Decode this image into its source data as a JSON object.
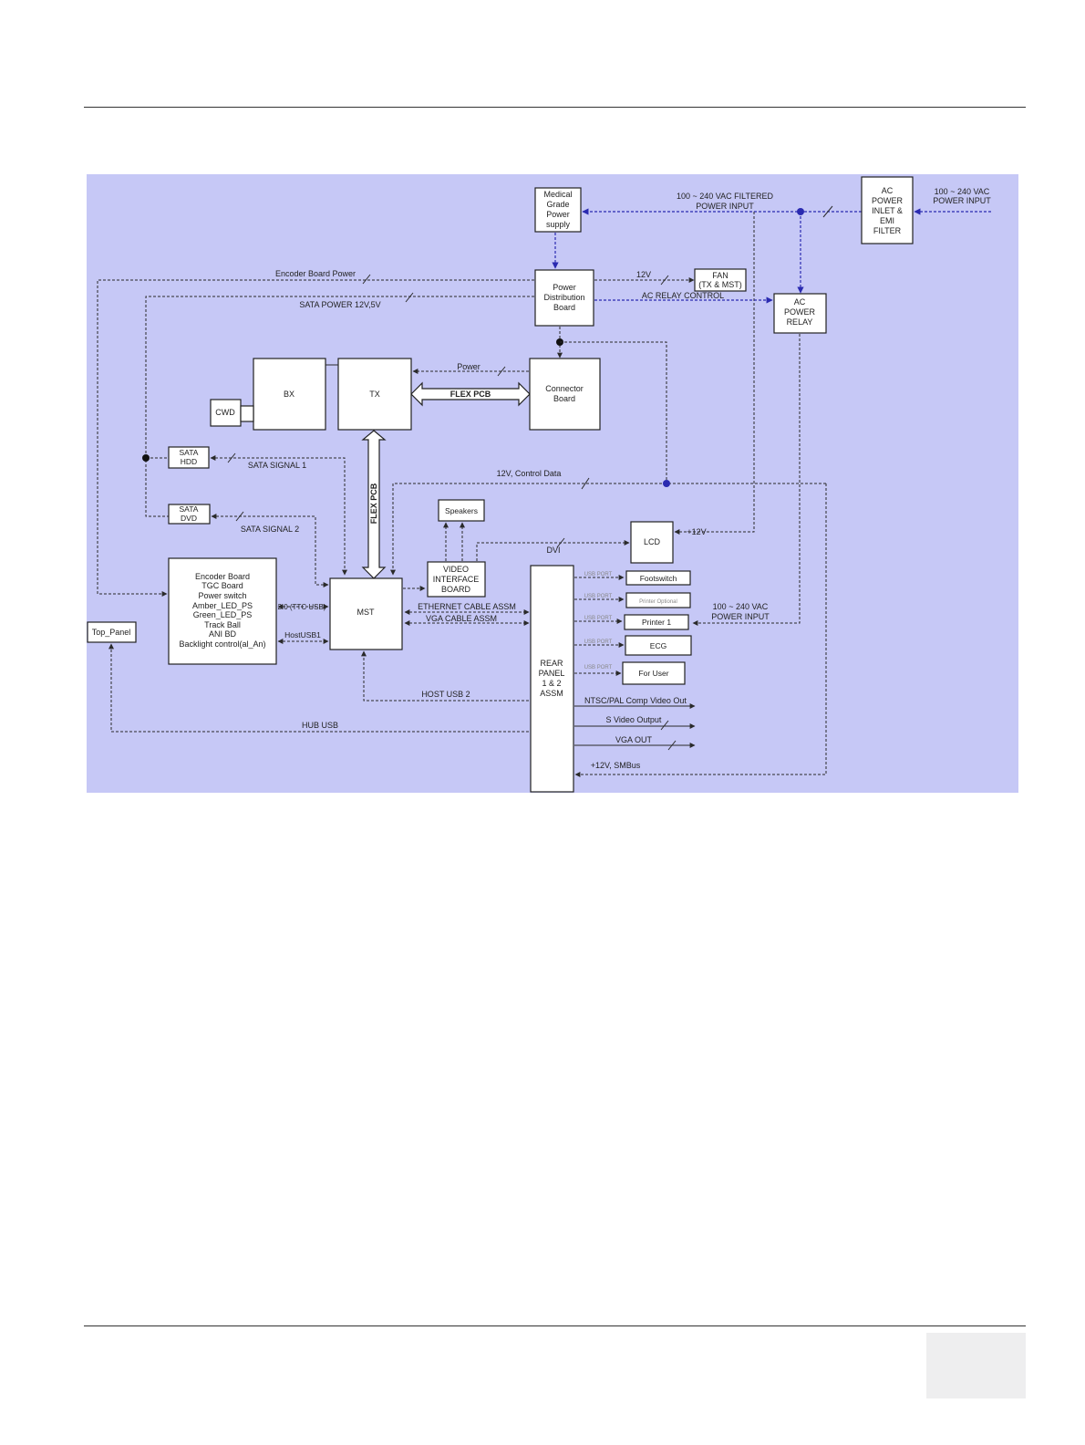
{
  "blocks": {
    "medical_psu": [
      "Medical",
      "Grade",
      "Power",
      "supply"
    ],
    "ac_inlet": [
      "AC",
      "POWER",
      "INLET &",
      "EMI",
      "FILTER"
    ],
    "fan": [
      "FAN",
      "(TX & MST)"
    ],
    "power_dist": [
      "Power",
      "Distribution",
      "Board"
    ],
    "ac_relay": [
      "AC",
      "POWER",
      "RELAY"
    ],
    "bx": "BX",
    "tx": "TX",
    "connector": [
      "Connector",
      "Board"
    ],
    "cwd": "CWD",
    "sata_hdd": [
      "SATA",
      "HDD"
    ],
    "sata_dvd": [
      "SATA",
      "DVD"
    ],
    "speakers": "Speakers",
    "lcd": "LCD",
    "encoder": [
      "Encoder Board",
      "TGC Board",
      "Power switch",
      "Amber_LED_PS",
      "Green_LED_PS",
      "Track Ball",
      "ANI BD",
      "Backlight control(al_An)"
    ],
    "top_panel": "Top_Panel",
    "mst": "MST",
    "video_if": [
      "VIDEO",
      "INTERFACE",
      "BOARD"
    ],
    "rear_panel": [
      "REAR",
      "PANEL",
      "1 & 2",
      "ASSM"
    ],
    "footswitch": "Footswitch",
    "printer_optional": "Printer Optional",
    "printer1": "Printer 1",
    "ecg": "ECG",
    "for_user": "For User"
  },
  "labels": {
    "filtered_power": [
      "100 ~ 240 VAC FILTERED",
      "POWER INPUT"
    ],
    "power_input_top": [
      "100 ~ 240 VAC",
      "POWER INPUT"
    ],
    "power_input_mid": [
      "100 ~ 240 VAC",
      "POWER INPUT"
    ],
    "encoder_power": "Encoder Board Power",
    "sata_power": "SATA POWER 12V,5V",
    "v12": "12V",
    "ac_relay_control": "AC RELAY CONTROL",
    "power": "Power",
    "flex_pcb_h": "FLEX PCB",
    "flex_pcb_v": "FLEX PCB",
    "sata_sig1": "SATA SIGNAL 1",
    "sata_sig2": "SATA SIGNAL 2",
    "control_data": "12V, Control Data",
    "plus12v": "+12V",
    "dvi": "DVI",
    "usb20": "2.0 (TTC USB)",
    "hostusb1": "HostUSB1",
    "ethernet": "ETHERNET CABLE ASSM",
    "vga_cable": "VGA CABLE ASSM",
    "host_usb2": "HOST USB 2",
    "hub_usb": "HUB USB",
    "ntsc": "NTSC/PAL Comp Video Out",
    "svideo": "S Video Output",
    "vga_out": "VGA OUT",
    "smbus": "+12V, SMBus",
    "usb_small": "USB PORT"
  }
}
